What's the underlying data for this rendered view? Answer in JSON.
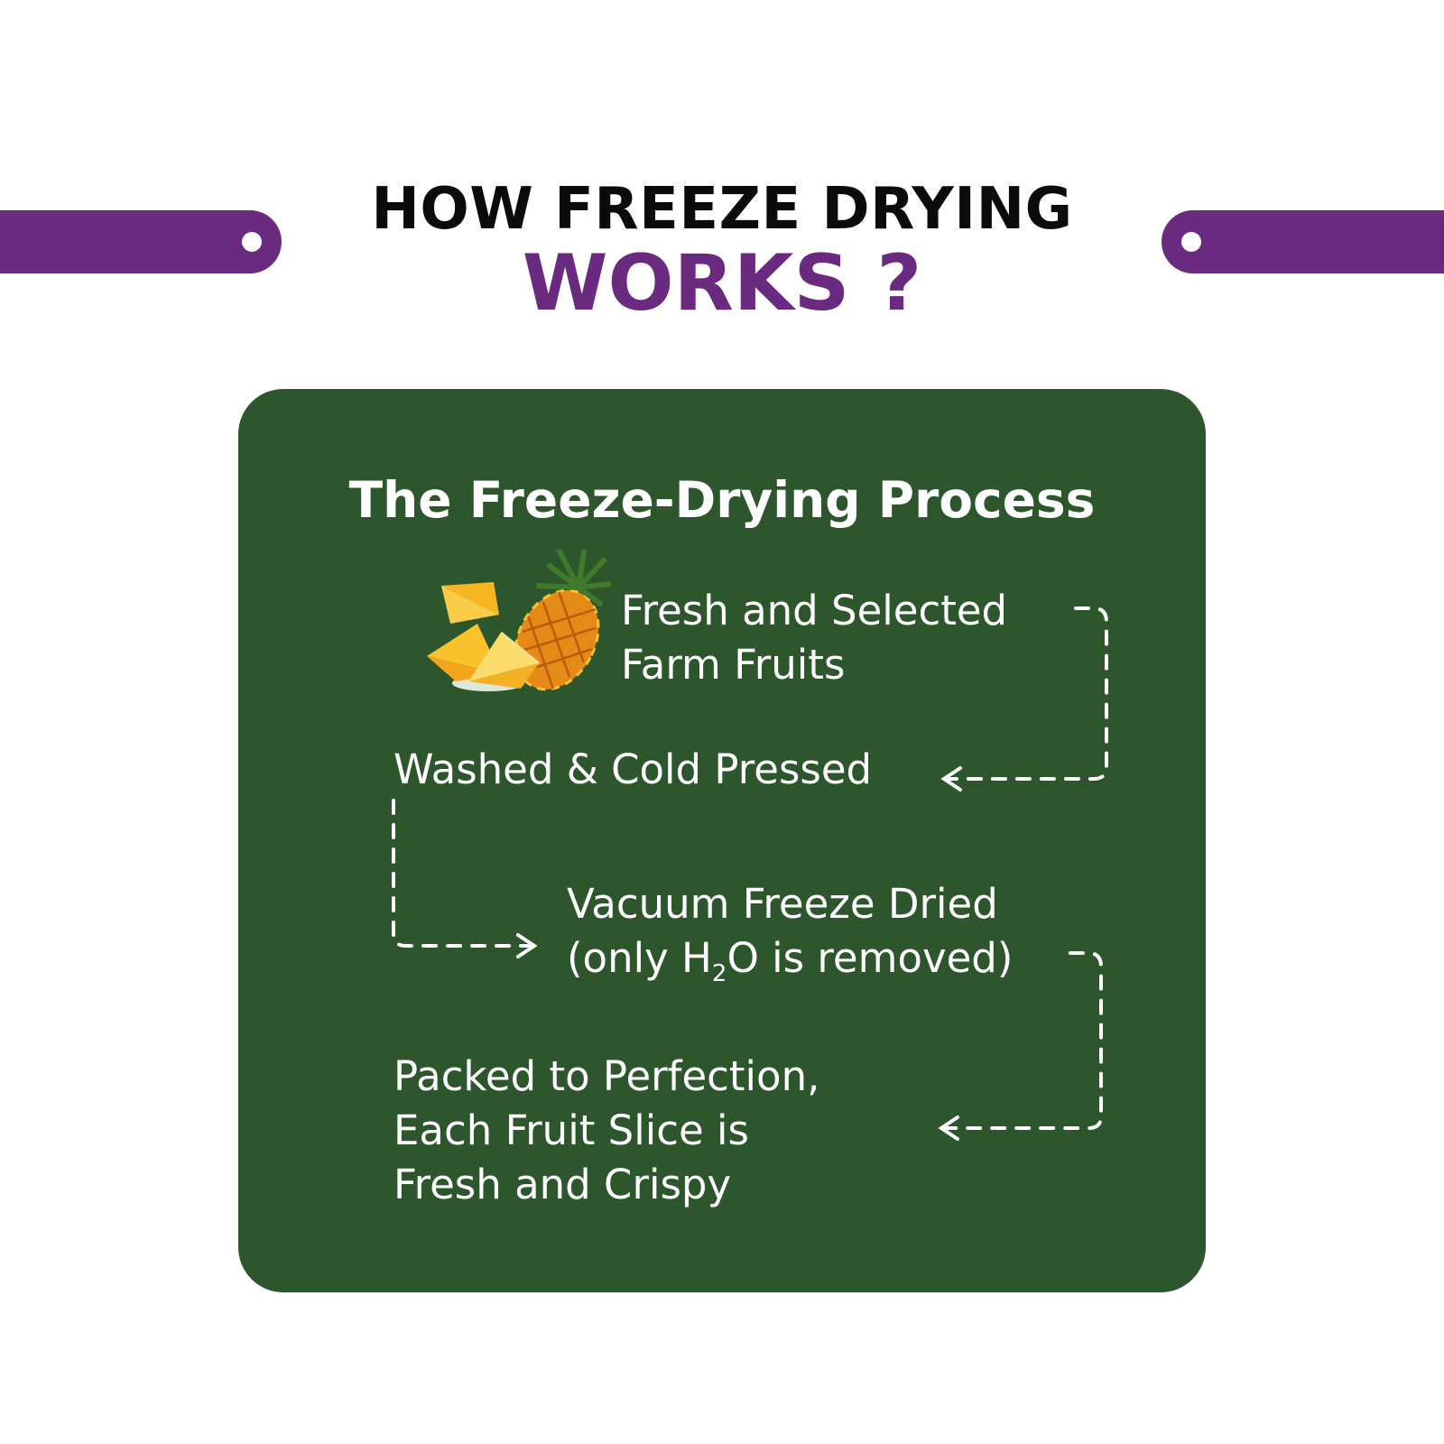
{
  "heading": {
    "line1": "HOW FREEZE DRYING",
    "line2": "WORKS ?"
  },
  "process": {
    "title": "The Freeze-Drying Process",
    "steps": [
      {
        "lines": [
          "Fresh and Selected",
          "Farm Fruits"
        ]
      },
      {
        "lines": [
          "Washed & Cold Pressed"
        ]
      },
      {
        "lines": [
          "Vacuum Freeze Dried"
        ],
        "line2_before": "(only H",
        "line2_sub": "2",
        "line2_after": "O is removed)"
      },
      {
        "lines": [
          "Packed to Perfection,",
          "Each Fruit Slice is",
          "Fresh and Crispy"
        ]
      }
    ]
  },
  "colors": {
    "purple_accent": "#6a2a80",
    "card_green": "#2e562d",
    "text_white": "#ffffff",
    "heading_black": "#0b0b0b"
  },
  "icons": {
    "step1_image": "pineapple-icon",
    "connectors": "dashed-arrow-icon"
  }
}
